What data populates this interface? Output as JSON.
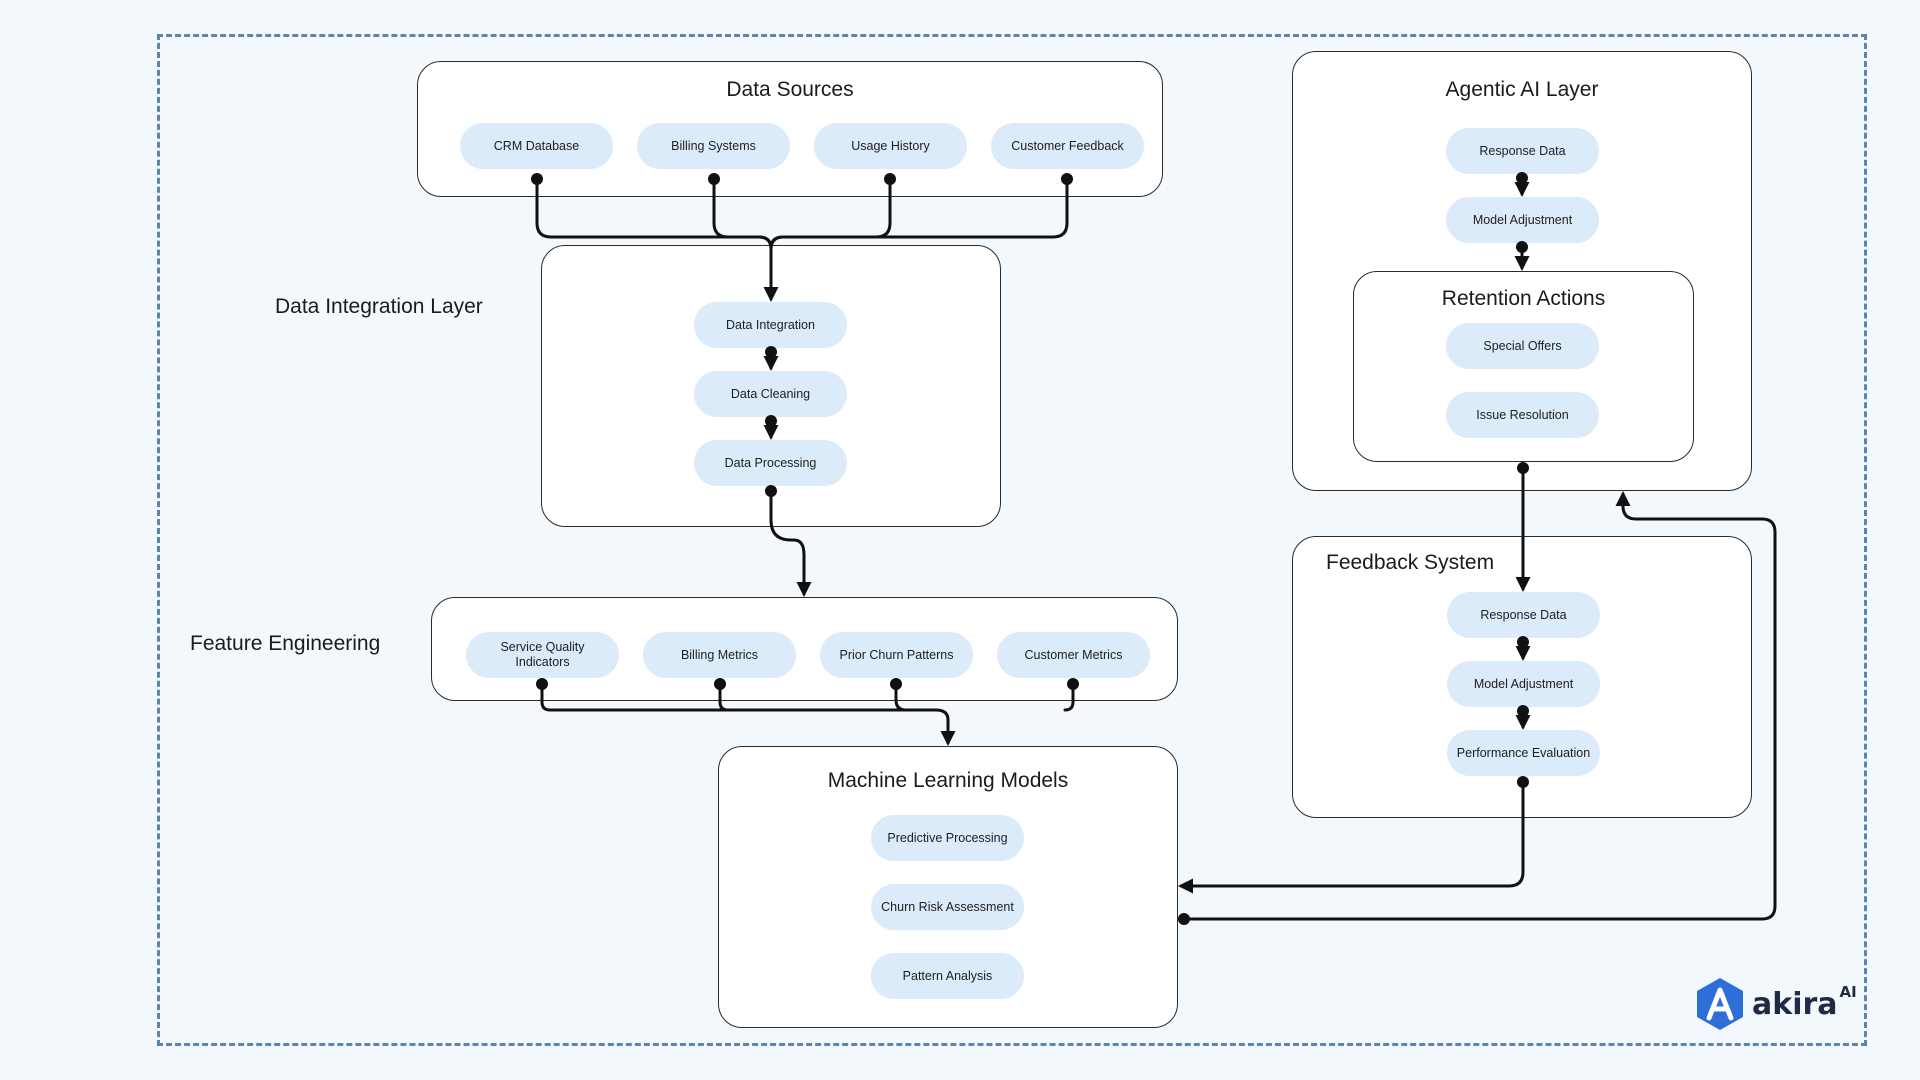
{
  "data_sources": {
    "title": "Data Sources",
    "items": [
      "CRM Database",
      "Billing Systems",
      "Usage History",
      "Customer Feedback"
    ]
  },
  "data_integration": {
    "label": "Data Integration Layer",
    "items": [
      "Data Integration",
      "Data Cleaning",
      "Data Processing"
    ]
  },
  "feature_engineering": {
    "label": "Feature Engineering",
    "items": [
      "Service Quality Indicators",
      "Billing Metrics",
      "Prior Churn Patterns",
      "Customer Metrics"
    ]
  },
  "ml_models": {
    "title": "Machine Learning Models",
    "items": [
      "Predictive Processing",
      "Churn Risk Assessment",
      "Pattern Analysis"
    ]
  },
  "agentic_ai": {
    "title": "Agentic AI Layer",
    "items": [
      "Response Data",
      "Model Adjustment"
    ]
  },
  "retention_actions": {
    "title": "Retention Actions",
    "items": [
      "Special Offers",
      "Issue Resolution"
    ]
  },
  "feedback_system": {
    "title": "Feedback System",
    "items": [
      "Response Data",
      "Model Adjustment",
      "Performance Evaluation"
    ]
  },
  "logo": {
    "word": "akira",
    "superscript": "AI"
  },
  "colors": {
    "frame": "#5a86ad",
    "pill": "#dcebfa",
    "background": "#f3f8fd",
    "wire": "#111111",
    "logo_primary": "#2d6fd6"
  }
}
